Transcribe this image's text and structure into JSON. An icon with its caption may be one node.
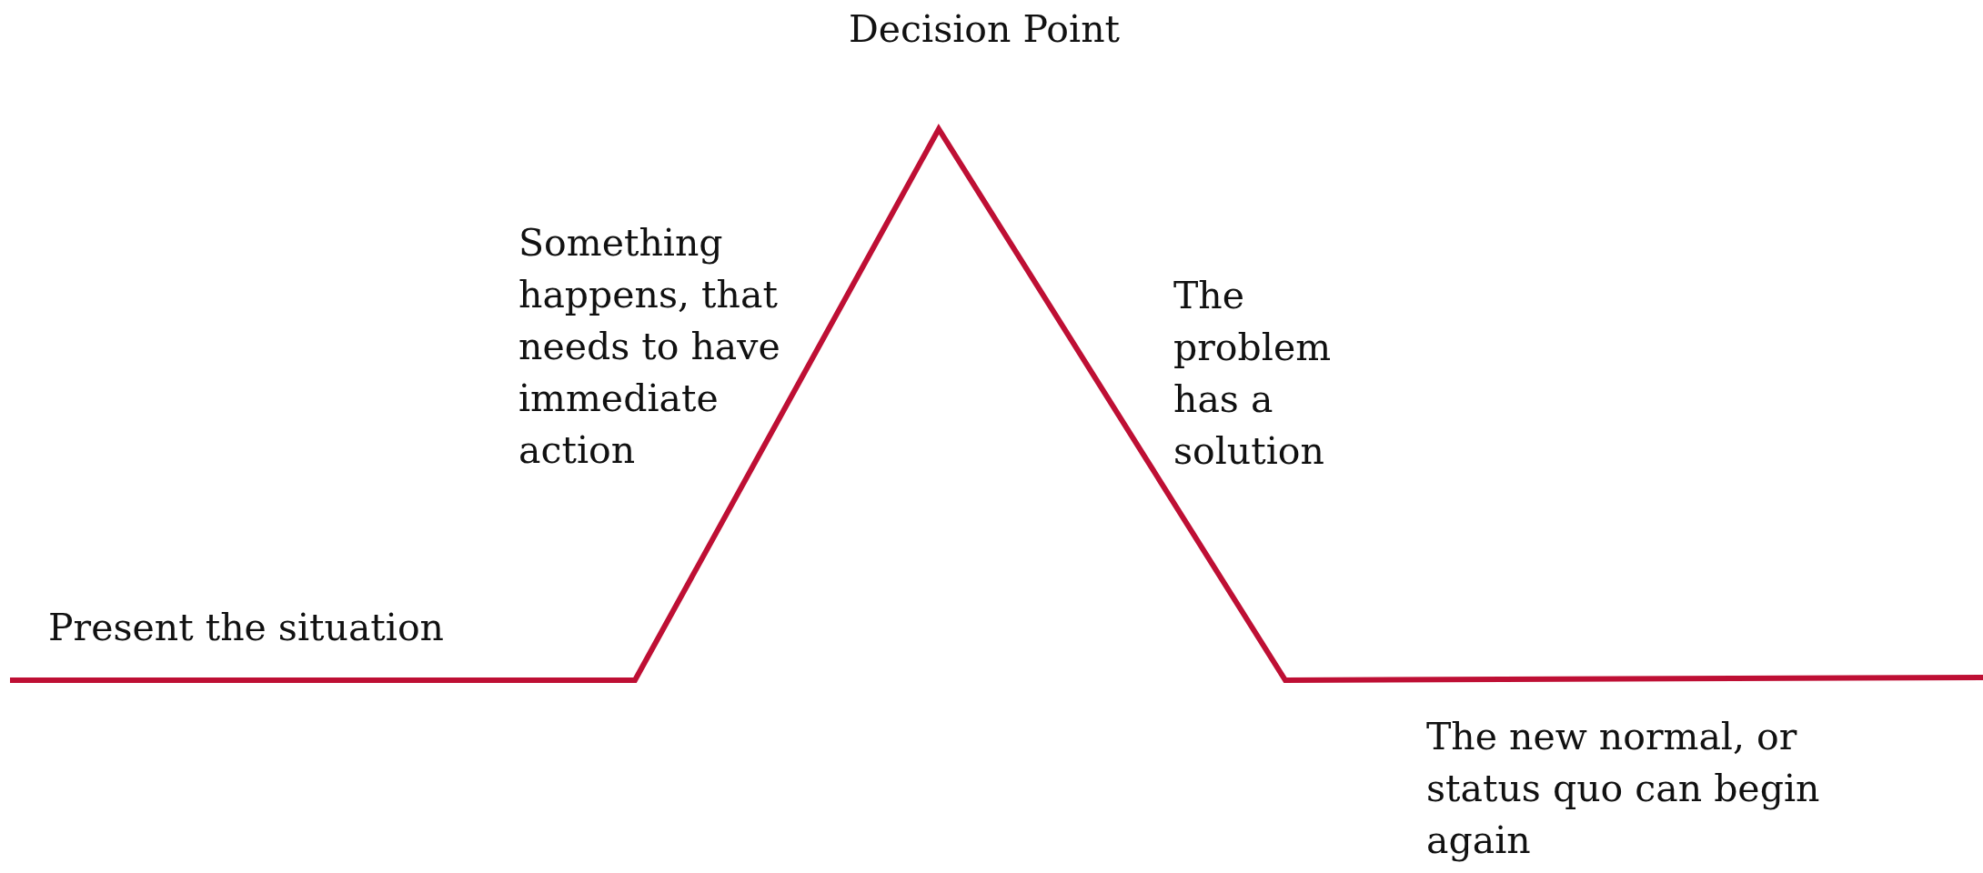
{
  "diagram": {
    "labels": [
      "Decision Point",
      "Something happens, that needs to have immediate action",
      "The problem has a solution",
      "Present the situation",
      "The new normal, or status quo can begin again"
    ]
  }
}
